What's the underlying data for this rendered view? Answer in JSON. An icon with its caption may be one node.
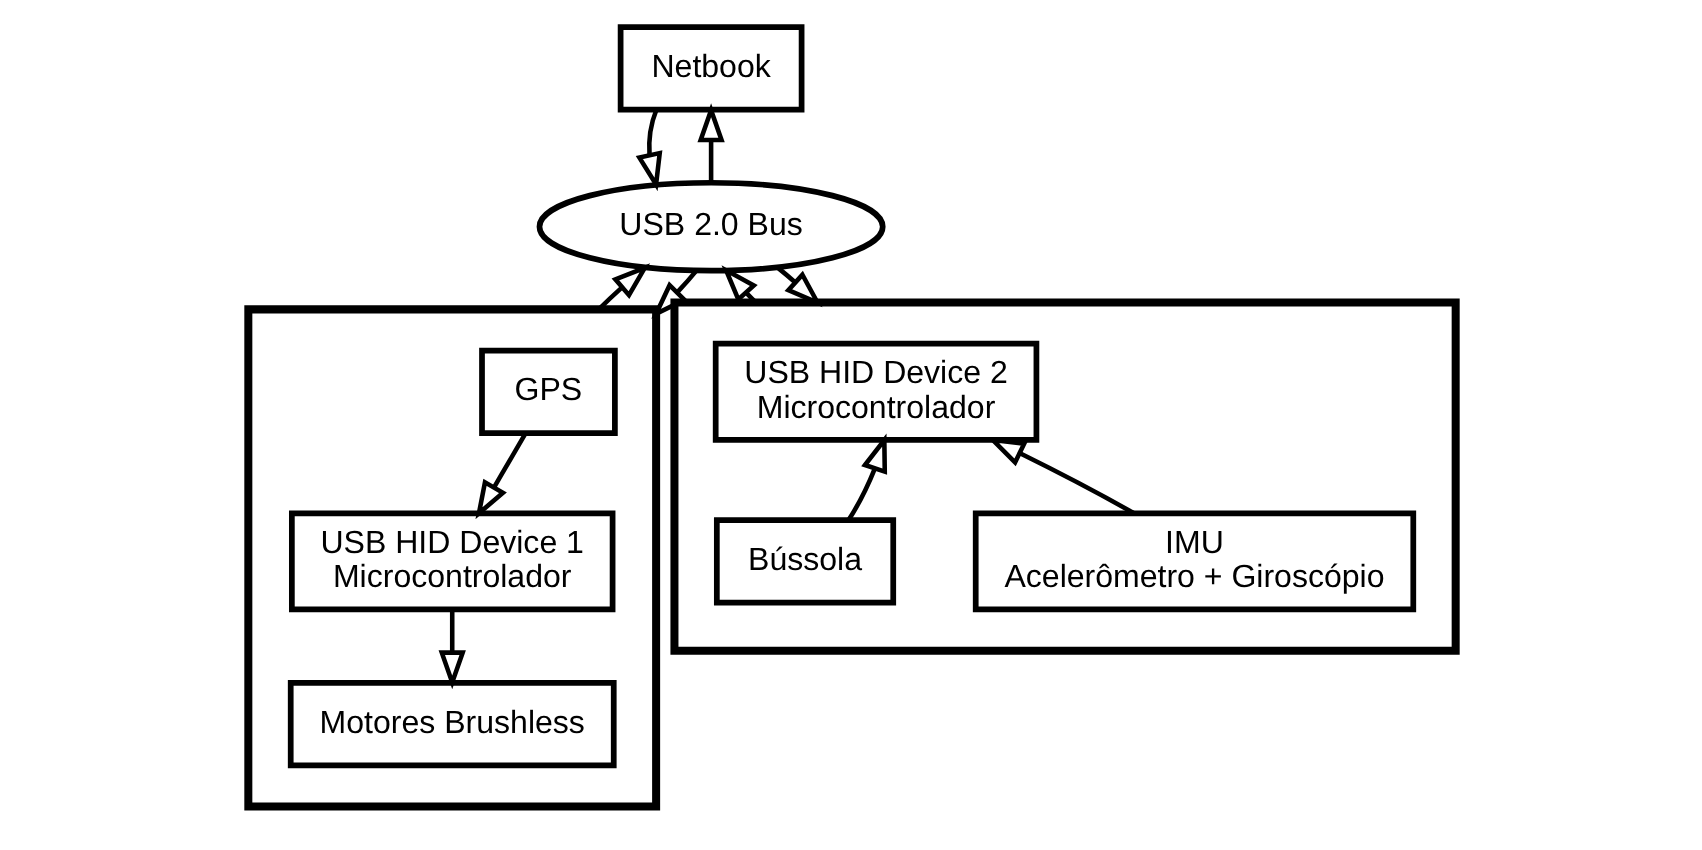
{
  "diagram": {
    "nodes": [
      {
        "text": [
          "Netbook"
        ]
      },
      {
        "text": [
          "USB 2.0 Bus"
        ]
      },
      {
        "text": [],
        "shape": "box"
      },
      {
        "text": [
          "GPS"
        ],
        "in": 2
      },
      {
        "text": [
          "USB HID Device 1",
          "Microcontrolador"
        ],
        "in": 2
      },
      {
        "text": [
          "Motores Brushless"
        ],
        "in": 2
      },
      {
        "text": [],
        "shape": "box"
      },
      {
        "text": [
          "USB HID Device 2",
          "Microcontrolador"
        ],
        "in": 6
      },
      {
        "text": [
          "Bússola"
        ],
        "in": 6
      },
      {
        "text": [
          "IMU",
          "Acelerômetro + Giroscópio"
        ],
        "in": 6
      }
    ],
    "edges": [
      {
        "from": 1,
        "to": 0,
        "arrow": "to"
      },
      {
        "from": 0,
        "to": 1,
        "arrow": "to"
      },
      {
        "from": 2,
        "to": 1,
        "arrow": "to"
      },
      {
        "from": 1,
        "to": 2,
        "arrow": "to"
      },
      {
        "from": 6,
        "to": 1,
        "arrow": "to"
      },
      {
        "from": 1,
        "to": 6,
        "arrow": "to"
      },
      {
        "from": 3,
        "to": 4,
        "arrow": "to"
      },
      {
        "from": 4,
        "to": 5,
        "arrow": "to"
      },
      {
        "from": 8,
        "to": 7,
        "arrow": "to"
      },
      {
        "from": 9,
        "to": 7,
        "arrow": "to"
      }
    ]
  }
}
